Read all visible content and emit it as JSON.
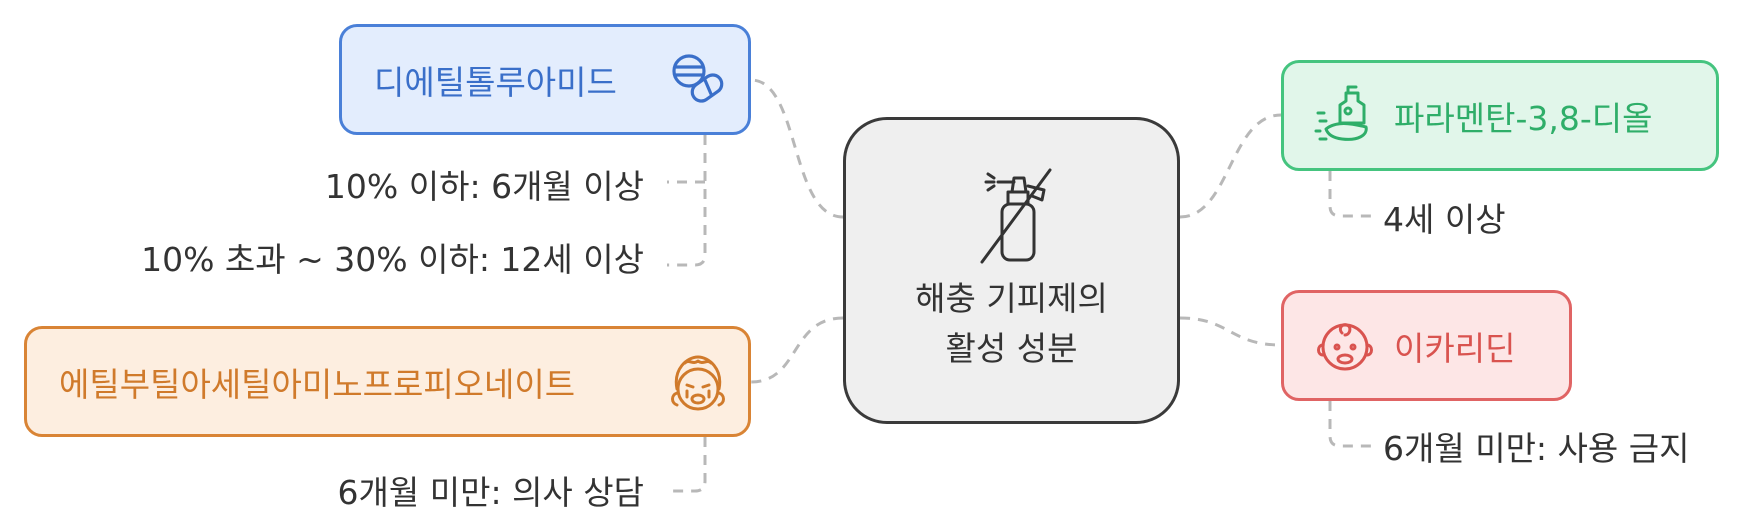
{
  "center": {
    "line1": "해충 기피제의",
    "line2": "활성 성분"
  },
  "nodes": {
    "deet": {
      "label": "디에틸톨루아미드",
      "icon": "pills-icon",
      "color": "#4a80d8",
      "notes": [
        "10% 이하: 6개월 이상",
        "10% 초과 ~ 30% 이하: 12세 이상"
      ]
    },
    "ir3535": {
      "label": "에틸부틸아세틸아미노프로피오네이트",
      "icon": "crying-baby-icon",
      "color": "#d98435",
      "notes": [
        "6개월 미만: 의사 상담"
      ]
    },
    "pmd": {
      "label": "파라멘탄-3,8-디올",
      "icon": "spray-plant-icon",
      "color": "#45c47f",
      "notes": [
        "4세 이상"
      ]
    },
    "icaridin": {
      "label": "이카리딘",
      "icon": "baby-face-icon",
      "color": "#e06464",
      "notes": [
        "6개월 미만: 사용 금지"
      ]
    }
  },
  "center_icon": "no-spray-icon"
}
